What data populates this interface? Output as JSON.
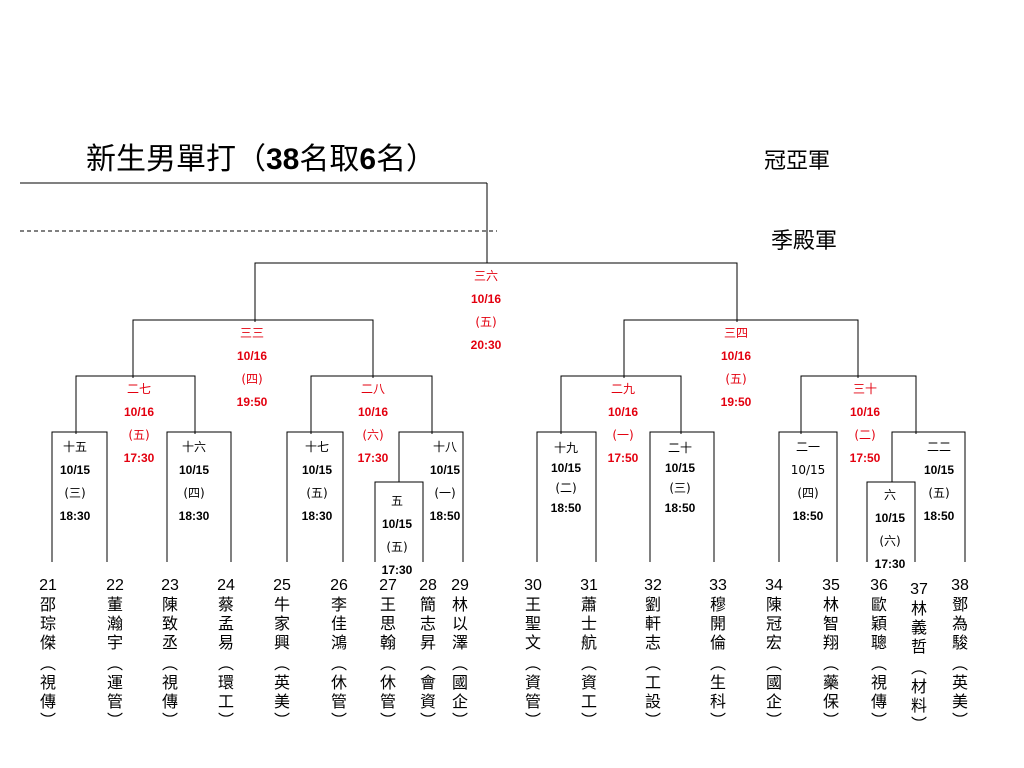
{
  "title_main": "新生男單打（",
  "title_num1": "38",
  "title_mid": "名取",
  "title_num2": "6",
  "title_end": "名）",
  "champion_label": "冠亞軍",
  "third_place_label": "季殿軍",
  "colors": {
    "line": "#000000",
    "highlight": "#e3000f"
  },
  "matches": [
    {
      "id": "m15",
      "no": "十五",
      "date": "10/15",
      "day": "(三)",
      "time": "18:30"
    },
    {
      "id": "m16",
      "no": "十六",
      "date": "10/15",
      "day": "(四)",
      "time": "18:30"
    },
    {
      "id": "m17",
      "no": "十七",
      "date": "10/15",
      "day": "(五)",
      "time": "18:30"
    },
    {
      "id": "m5",
      "no": "五",
      "date": "10/15",
      "day": "(五)",
      "time": "17:30"
    },
    {
      "id": "m18",
      "no": "十八",
      "date": "10/15",
      "day": "(一)",
      "time": "18:50"
    },
    {
      "id": "m19",
      "no": "十九",
      "date": "10/15",
      "day": "(二)",
      "time": "18:50"
    },
    {
      "id": "m20",
      "no": "二十",
      "date": "10/15",
      "day": "(三)",
      "time": "18:50"
    },
    {
      "id": "m21",
      "no": "二一",
      "date": "10/15",
      "day": "(四)",
      "time": "18:50"
    },
    {
      "id": "m6",
      "no": "六",
      "date": "10/15",
      "day": "(六)",
      "time": "17:30"
    },
    {
      "id": "m22",
      "no": "二二",
      "date": "10/15",
      "day": "(五)",
      "time": "18:50"
    },
    {
      "id": "m27",
      "no": "二七",
      "date": "10/16",
      "day": "(五)",
      "time": "17:30"
    },
    {
      "id": "m28",
      "no": "二八",
      "date": "10/16",
      "day": "(六)",
      "time": "17:30"
    },
    {
      "id": "m29",
      "no": "二九",
      "date": "10/16",
      "day": "(一)",
      "time": "17:50"
    },
    {
      "id": "m30",
      "no": "三十",
      "date": "10/16",
      "day": "(二)",
      "time": "17:50"
    },
    {
      "id": "m33",
      "no": "三三",
      "date": "10/16",
      "day": "(四)",
      "time": "19:50"
    },
    {
      "id": "m34",
      "no": "三四",
      "date": "10/16",
      "day": "(五)",
      "time": "19:50"
    },
    {
      "id": "m36",
      "no": "三六",
      "date": "10/16",
      "day": "(五)",
      "time": "20:30"
    }
  ],
  "players": [
    {
      "seed": "21",
      "name": [
        "邵",
        "琮",
        "傑"
      ],
      "dept": [
        "視",
        "傳"
      ]
    },
    {
      "seed": "22",
      "name": [
        "董",
        "瀚",
        "宇"
      ],
      "dept": [
        "運",
        "管"
      ]
    },
    {
      "seed": "23",
      "name": [
        "陳",
        "致",
        "丞"
      ],
      "dept": [
        "視",
        "傳"
      ]
    },
    {
      "seed": "24",
      "name": [
        "蔡",
        "孟",
        "易"
      ],
      "dept": [
        "環",
        "工"
      ]
    },
    {
      "seed": "25",
      "name": [
        "牛",
        "家",
        "興"
      ],
      "dept": [
        "英",
        "美"
      ]
    },
    {
      "seed": "26",
      "name": [
        "李",
        "佳",
        "鴻"
      ],
      "dept": [
        "休",
        "管"
      ]
    },
    {
      "seed": "27",
      "name": [
        "王",
        "思",
        "翰"
      ],
      "dept": [
        "休",
        "管"
      ]
    },
    {
      "seed": "28",
      "name": [
        "簡",
        "志",
        "昇"
      ],
      "dept": [
        "會",
        "資"
      ]
    },
    {
      "seed": "29",
      "name": [
        "林",
        "以",
        "澤"
      ],
      "dept": [
        "國",
        "企"
      ]
    },
    {
      "seed": "30",
      "name": [
        "王",
        "聖",
        "文"
      ],
      "dept": [
        "資",
        "管"
      ]
    },
    {
      "seed": "31",
      "name": [
        "蕭",
        "士",
        "航"
      ],
      "dept": [
        "資",
        "工"
      ]
    },
    {
      "seed": "32",
      "name": [
        "劉",
        "軒",
        "志"
      ],
      "dept": [
        "工",
        "設"
      ]
    },
    {
      "seed": "33",
      "name": [
        "穆",
        "開",
        "倫"
      ],
      "dept": [
        "生",
        "科"
      ]
    },
    {
      "seed": "34",
      "name": [
        "陳",
        "冠",
        "宏"
      ],
      "dept": [
        "國",
        "企"
      ]
    },
    {
      "seed": "35",
      "name": [
        "林",
        "智",
        "翔"
      ],
      "dept": [
        "藥",
        "保"
      ]
    },
    {
      "seed": "36",
      "name": [
        "歐",
        "穎",
        "聰"
      ],
      "dept": [
        "視",
        "傳"
      ]
    },
    {
      "seed": "37",
      "name": [
        "林",
        "義",
        "哲"
      ],
      "dept": [
        "材",
        "料"
      ]
    },
    {
      "seed": "38",
      "name": [
        "鄧",
        "為",
        "駿"
      ],
      "dept": [
        "英",
        "美"
      ]
    }
  ]
}
